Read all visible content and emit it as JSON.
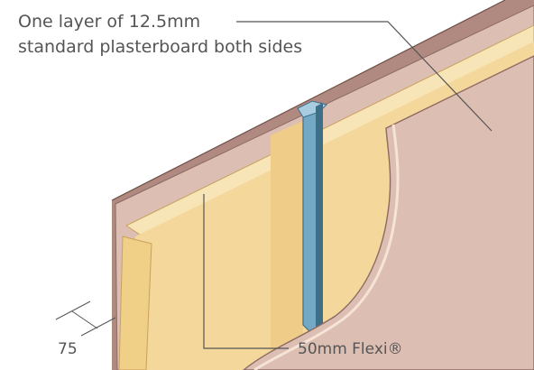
{
  "labels": {
    "plasterboard_line1": "One layer of 12.5mm",
    "plasterboard_line2": "standard plasterboard both sides",
    "dimension": "75",
    "insulation": "50mm Flexi®"
  },
  "colors": {
    "plasterboard_face": "#ddbeb2",
    "plasterboard_edge": "#cfa79d",
    "plasterboard_outline": "#8b6b63",
    "insulation": "#f4d79a",
    "insulation_light": "#f8e5b7",
    "insulation_shadow": "#e6c47d",
    "steel_stud": "#73a9c4",
    "steel_stud_dark": "#3e6f88",
    "leader_line": "#555555"
  }
}
